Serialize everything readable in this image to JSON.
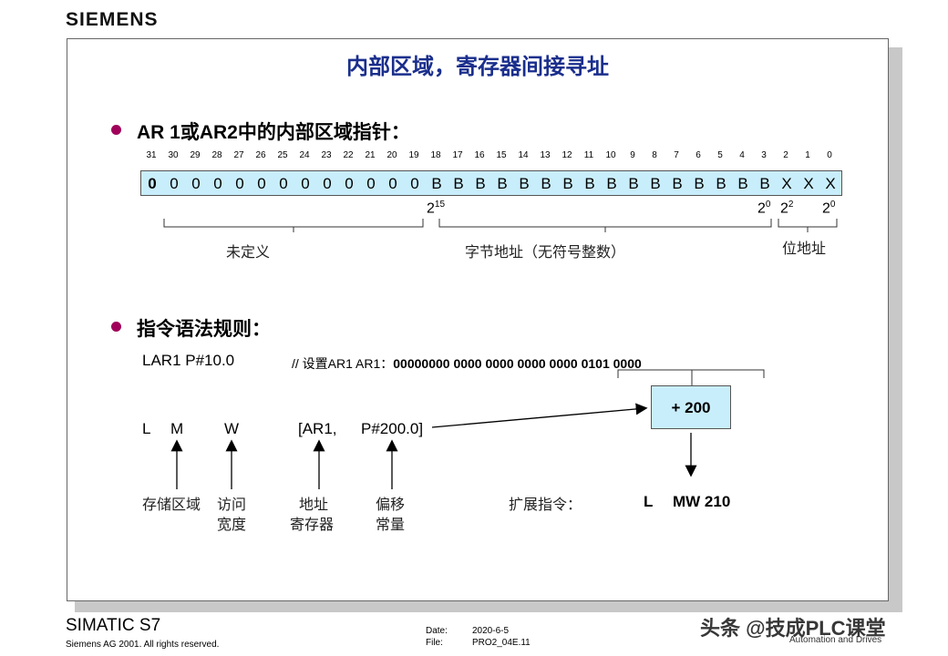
{
  "logo": "SIEMENS",
  "title": "内部区域，寄存器间接寻址",
  "section1": {
    "heading": "AR 1或AR2中的内部区域指针：",
    "bit_numbers": [
      "31",
      "30",
      "29",
      "28",
      "27",
      "26",
      "25",
      "24",
      "23",
      "22",
      "21",
      "20",
      "19",
      "18",
      "17",
      "16",
      "15",
      "14",
      "13",
      "12",
      "11",
      "10",
      "9",
      "8",
      "7",
      "6",
      "5",
      "4",
      "3",
      "2",
      "1",
      "0"
    ],
    "bits": [
      "0",
      "0",
      "0",
      "0",
      "0",
      "0",
      "0",
      "0",
      "0",
      "0",
      "0",
      "0",
      "0",
      "B",
      "B",
      "B",
      "B",
      "B",
      "B",
      "B",
      "B",
      "B",
      "B",
      "B",
      "B",
      "B",
      "B",
      "B",
      "B",
      "X",
      "X",
      "X"
    ],
    "pow_a": {
      "base": "2",
      "exp": "15"
    },
    "pow_b": {
      "base": "2",
      "exp": "0"
    },
    "pow_c": {
      "base": "2",
      "exp": "2"
    },
    "pow_d": {
      "base": "2",
      "exp": "0"
    },
    "label_undefined": "未定义",
    "label_byte_address": "字节地址（无符号整数）",
    "label_bit_address": "位地址"
  },
  "section2": {
    "heading": "指令语法规则：",
    "instruction": "LAR1 P#10.0",
    "comment_prefix": "// 设置AR1 AR1：",
    "comment_bits": "00000000 0000 0000 0000 0000 0101 0000",
    "code_L": "L",
    "code_M": "M",
    "code_W": "W",
    "code_ar": "[AR1,",
    "code_offset": "P#200.0]",
    "add_box": "+ 200",
    "label_area": "存储区域",
    "label_width_1": "访问",
    "label_width_2": "宽度",
    "label_reg_1": "地址",
    "label_reg_2": "寄存器",
    "label_off_1": "偏移",
    "label_off_2": "常量",
    "label_ext": "扩展指令：",
    "result_L": "L",
    "result_mw": "MW 210"
  },
  "footer": {
    "product": "SIMATIC S7",
    "copyright": "Siemens AG 2001. All rights reserved.",
    "date_label": "Date:",
    "date_value": "2020-6-5",
    "file_label": "File:",
    "file_value": "PRO2_04E.11",
    "right_text": "Automation and Drives",
    "watermark": "头条 @技成PLC课堂"
  },
  "colors": {
    "title": "#1a2e8c",
    "bullet": "#a0005a",
    "register_fill": "#c9eefb"
  }
}
